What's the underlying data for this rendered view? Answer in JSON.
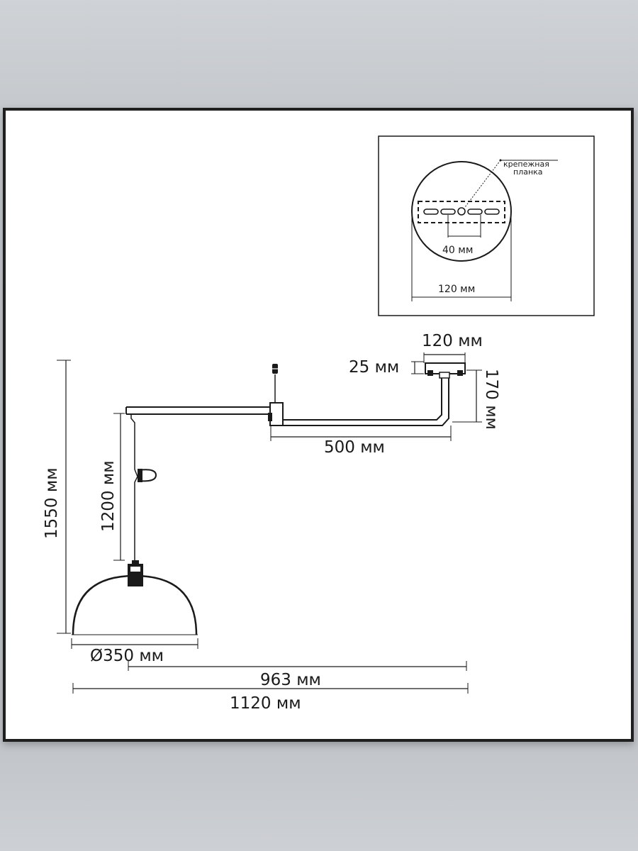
{
  "labels": {
    "mount_plate_note_line1": "крепежная",
    "mount_plate_note_line2": "планка",
    "inset_slot_spacing": "40 мм",
    "inset_diameter": "120 мм",
    "canopy_width": "120 мм",
    "canopy_thickness": "25 мм",
    "drop_height": "170 мм",
    "arm_length": "500 мм",
    "total_height": "1550 мм",
    "cord_length": "1200 мм",
    "shade_diameter": "Ø350 мм",
    "reach_963": "963 мм",
    "reach_1120": "1120 мм"
  },
  "colors": {
    "line": "#1a1a1a",
    "panel": "#ffffff",
    "frame": "#1f1f1f",
    "background": "#c6c9cd"
  }
}
